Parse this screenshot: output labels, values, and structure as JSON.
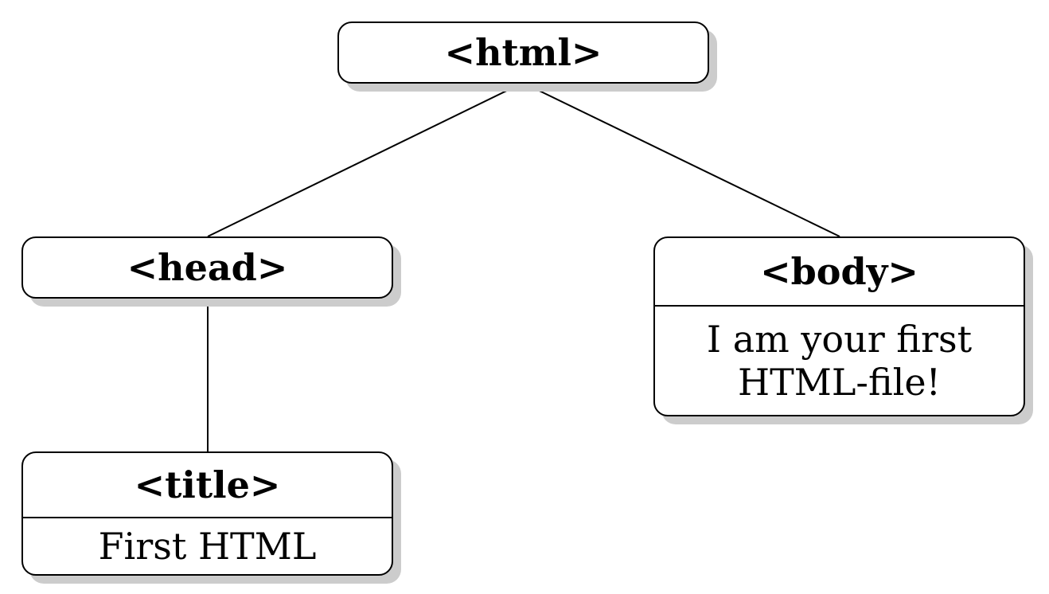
{
  "nodes": {
    "html": {
      "tag": "<html>"
    },
    "head": {
      "tag": "<head>"
    },
    "body": {
      "tag": "<body>",
      "text_line1": "I am your first",
      "text_line2": "HTML-file!"
    },
    "title": {
      "tag": "<title>",
      "text": "First HTML"
    }
  },
  "edges": [
    {
      "from": "html",
      "to": "head"
    },
    {
      "from": "html",
      "to": "body"
    },
    {
      "from": "head",
      "to": "title"
    }
  ],
  "colors": {
    "stroke": "#000000",
    "fill": "#ffffff",
    "shadow": "#cccccc"
  }
}
